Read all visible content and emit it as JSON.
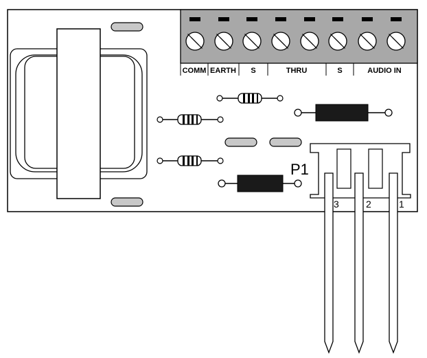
{
  "terminal_labels": [
    "COMM",
    "EARTH",
    "S",
    "THRU",
    "S",
    "AUDIO IN"
  ],
  "connector_label": "P1",
  "pin_numbers": [
    "3",
    "2",
    "1"
  ],
  "colors": {
    "stroke": "#000000",
    "terminal_block": "#a8a8a8",
    "standoff": "#c8c8c8",
    "diode_body": "#1a1a1a",
    "board": "#ffffff"
  }
}
